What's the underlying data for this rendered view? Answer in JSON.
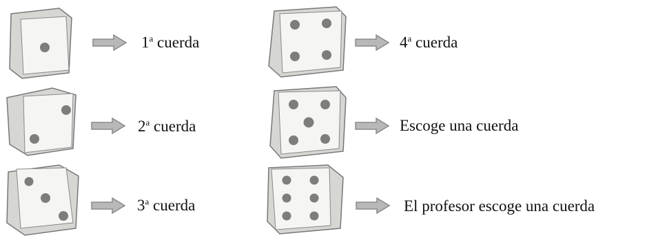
{
  "items": [
    {
      "face": 1,
      "prefix": "1",
      "ordinal": "a",
      "suffix": " cuerda"
    },
    {
      "face": 2,
      "prefix": "2",
      "ordinal": "a",
      "suffix": " cuerda"
    },
    {
      "face": 3,
      "prefix": "3",
      "ordinal": "a",
      "suffix": " cuerda"
    },
    {
      "face": 4,
      "prefix": "4",
      "ordinal": "a",
      "suffix": " cuerda"
    },
    {
      "face": 5,
      "prefix": "Escoge una cuerda",
      "ordinal": "",
      "suffix": ""
    },
    {
      "face": 6,
      "prefix": "El profesor escoge una cuerda",
      "ordinal": "",
      "suffix": ""
    }
  ],
  "icons": {
    "die": "die-icon",
    "arrow": "right-arrow-icon"
  },
  "colors": {
    "arrow_fill": "#b8b8b8",
    "arrow_stroke": "#8a8a8a",
    "die_face": "#f4f4f2",
    "die_side": "#cfcfcc",
    "pip": "#7d7d7a"
  }
}
